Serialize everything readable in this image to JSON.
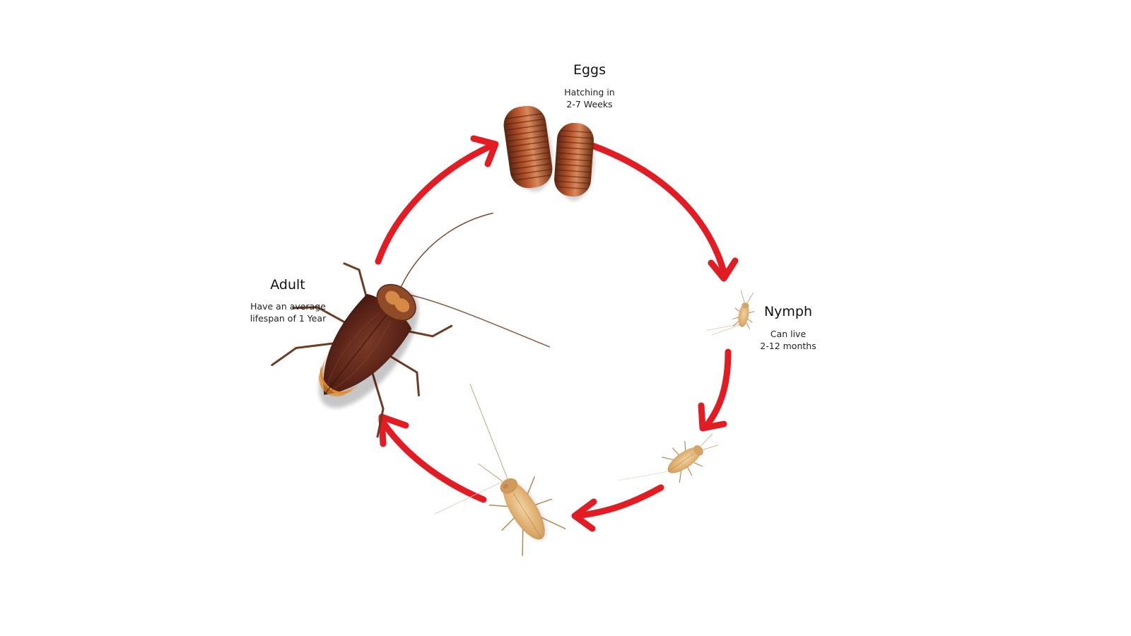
{
  "colors": {
    "arrow": "#e31b23",
    "text": "#111111"
  },
  "stages": {
    "eggs": {
      "title": "Eggs",
      "desc_line1": "Hatching in",
      "desc_line2": "2-7 Weeks",
      "icon": "ootheca-egg-case-icon"
    },
    "nymph": {
      "title": "Nymph",
      "desc_line1": "Can live",
      "desc_line2": "2-12 months",
      "icon": "small-nymph-cockroach-icon"
    },
    "adult": {
      "title": "Adult",
      "desc_line1": "Have an average",
      "desc_line2": "lifespan of 1 Year",
      "icon": "adult-cockroach-icon"
    }
  }
}
